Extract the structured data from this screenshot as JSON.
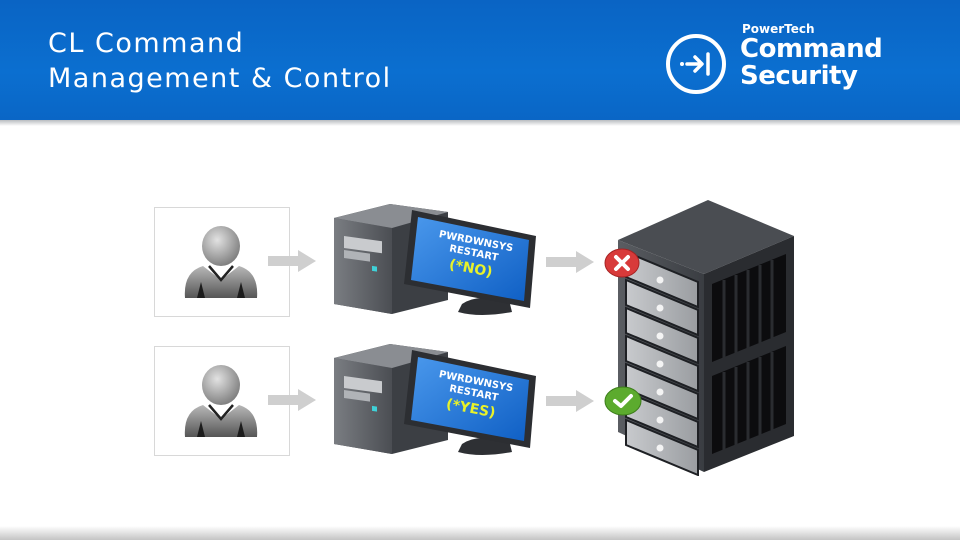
{
  "slide": {
    "title_line1": "CL Command",
    "title_line2": "Management & Control",
    "logo": {
      "brand": "PowerTech",
      "product_line1": "Command",
      "product_line2": "Security",
      "icon": "enter-arrow-icon"
    },
    "colors": {
      "header_blue": "#0b6bcb",
      "screen_blue": "#1f74d6",
      "value_yellow": "#e8f22a",
      "deny_red": "#d83a3a",
      "allow_green": "#5cab2e",
      "arrow_gray": "#cfcfcf"
    }
  },
  "diagram": {
    "rows": [
      {
        "user_icon": "user-icon",
        "command": "PWRDWNSYS",
        "parameter": "RESTART",
        "value": "(*NO)",
        "result": "denied",
        "result_icon": "x-icon"
      },
      {
        "user_icon": "user-icon",
        "command": "PWRDWNSYS",
        "parameter": "RESTART",
        "value": "(*YES)",
        "result": "allowed",
        "result_icon": "check-icon"
      }
    ],
    "target": "server-rack-icon"
  }
}
